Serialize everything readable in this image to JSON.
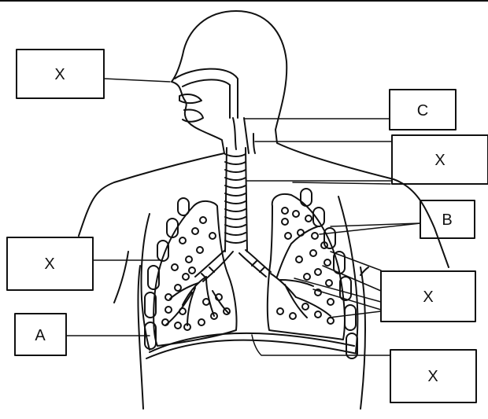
{
  "labels": {
    "nose": "X",
    "c": "C",
    "trachea": "X",
    "b": "B",
    "lung_left": "X",
    "bronchioles": "X",
    "a": "A",
    "diaphragm": "X"
  }
}
